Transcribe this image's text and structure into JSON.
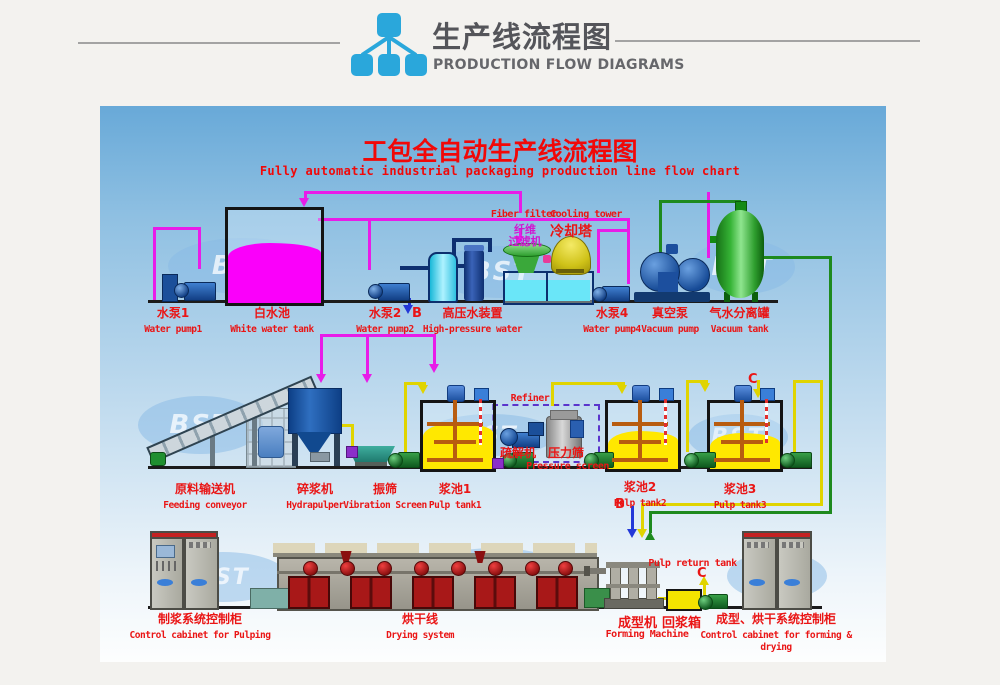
{
  "header": {
    "title": "生产线流程图",
    "subtitle": "PRODUCTION FLOW DIAGRAMS"
  },
  "brand": "BST",
  "diagram": {
    "title": "工包全自动生产线流程图",
    "subtitle": "Fully automatic industrial packaging production line flow chart",
    "connector_b": "B",
    "connector_c": "C",
    "labels": {
      "water_pump1": {
        "zh": "水泵1",
        "en": "Water pump1"
      },
      "white_water_tank": {
        "zh": "白水池",
        "en": "White water tank"
      },
      "water_pump2": {
        "zh": "水泵2",
        "en": "Water pump2"
      },
      "high_pressure": {
        "zh": "高压水装置",
        "en": "High-pressure water"
      },
      "fiber_filter": {
        "en": "Fiber filter",
        "zh1": "纤维",
        "zh2": "过滤机"
      },
      "cooling_tower": {
        "en": "Cooling tower",
        "zh": "冷却塔"
      },
      "water_pump4": {
        "zh": "水泵4",
        "en": "Water pump4"
      },
      "vacuum_pump": {
        "zh": "真空泵",
        "en": "Vacuum pump"
      },
      "vacuum_tank": {
        "zh": "气水分离罐",
        "en": "Vacuum tank"
      },
      "feeding_conveyor": {
        "zh": "原料输送机",
        "en": "Feeding conveyor"
      },
      "hydrapulper": {
        "zh": "碎浆机",
        "en": "Hydrapulper"
      },
      "vibration_screen": {
        "zh": "振筛",
        "en": "Vibration Screen"
      },
      "pulp_tank1": {
        "zh": "浆池1",
        "en": "Pulp tank1"
      },
      "pulp_tank2": {
        "zh": "浆池2",
        "en": "Pulp tank2"
      },
      "pulp_tank3": {
        "zh": "浆池3",
        "en": "Pulp tank3"
      },
      "refiner": {
        "en": "Refiner",
        "zh": "疏解机"
      },
      "pressure_screen": {
        "en": "Pressure screen",
        "zh": "压力筛"
      },
      "pulping_cabinet": {
        "zh": "制浆系统控制柜",
        "en": "Control cabinet for Pulping"
      },
      "drying_system": {
        "zh": "烘干线",
        "en": "Drying system"
      },
      "forming_machine": {
        "zh": "成型机",
        "en": "Forming Machine"
      },
      "pulp_return_box": {
        "zh": "回浆箱"
      },
      "pulp_return_tank": {
        "en": "Pulp return tank"
      },
      "forming_cabinet": {
        "zh": "成型、烘干系统控制柜",
        "en": "Control cabinet for forming & drying"
      }
    }
  }
}
